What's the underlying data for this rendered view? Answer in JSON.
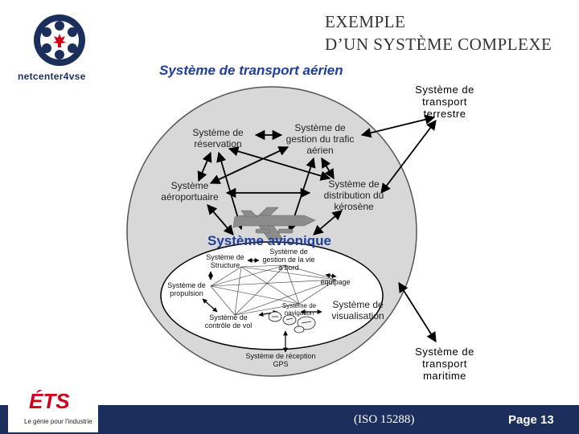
{
  "header": {
    "title_line1": "EXEMPLE",
    "title_line2": "D’UN SYSTÈME COMPLEXE",
    "logo_text": "netcenter4vse"
  },
  "diagram": {
    "outer_title": "Système de transport aérien",
    "nodes": {
      "reservation": "Système de réservation",
      "trafic": "Système de gestion du trafic aérien",
      "aeroportuaire": "Système aéroportuaire",
      "kerosene": "Système de distribution du kérosène",
      "terrestre": "Système de transport terrestre",
      "maritime": "Système de transport maritime"
    },
    "avionique": {
      "title": "Système avionique",
      "structure": "Système de Structure",
      "vie": "Système de gestion de la vie à bord",
      "equipage": "équipage",
      "propulsion": "Système de propulsion",
      "controle": "Système de contrôle de vol",
      "navigation": "Système de navigation",
      "visualisation": "Système de visualisation",
      "gps": "Système de réception GPS"
    }
  },
  "footer": {
    "reference": "(ISO 15288)",
    "page": "Page 13",
    "ets_logo": "ÉTS",
    "ets_tagline": "Le génie pour l'industrie"
  },
  "colors": {
    "circle_fill": "#d8d8d8",
    "inner_fill": "#ffffff",
    "accent_blue": "#1f3f9a",
    "bar_navy": "#1c2f5c",
    "ets_red": "#d0021b"
  }
}
